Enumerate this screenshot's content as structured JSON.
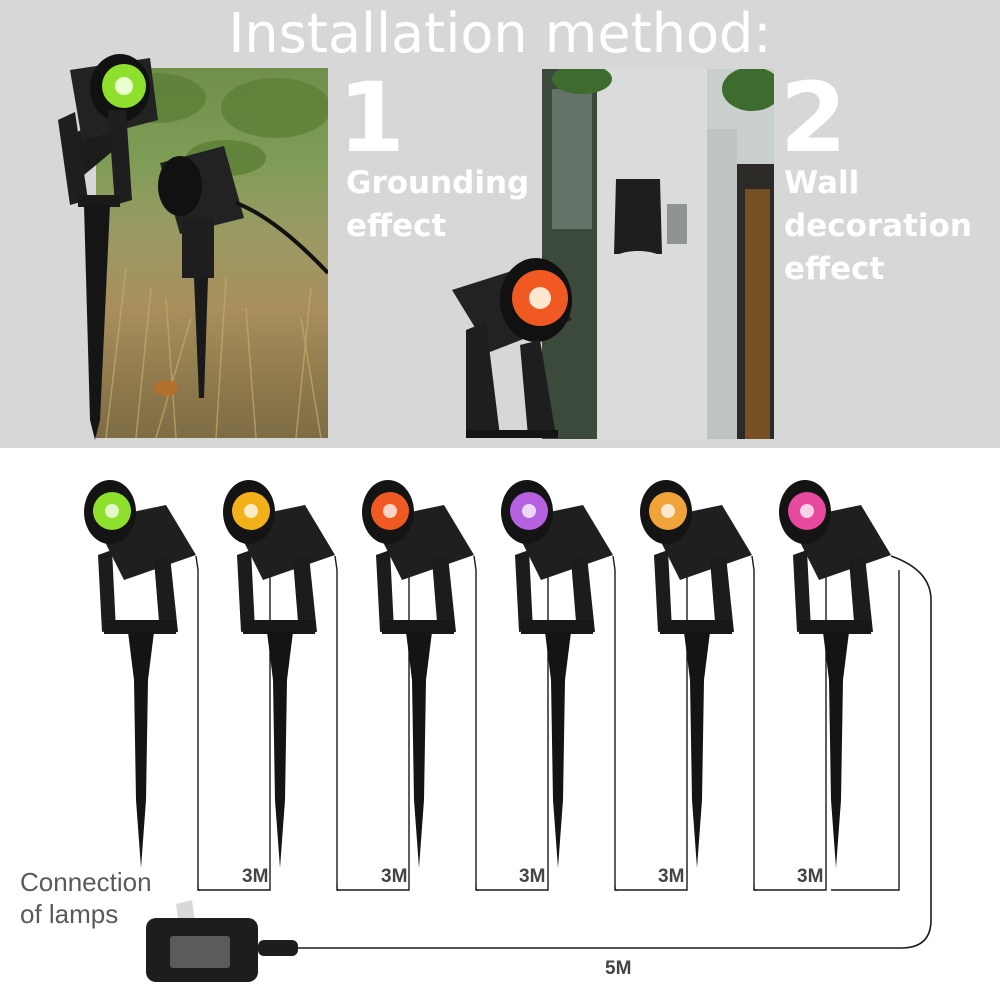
{
  "title": "Installation method:",
  "methods": [
    {
      "number": "1",
      "caption_line1": "Grounding",
      "caption_line2": "effect"
    },
    {
      "number": "2",
      "caption_line1": "Wall",
      "caption_line2": "decoration",
      "caption_line3": "effect"
    }
  ],
  "lamps": [
    {
      "color": "#8ee02c"
    },
    {
      "color": "#f2b01a"
    },
    {
      "color": "#f05a22"
    },
    {
      "color": "#b561e0"
    },
    {
      "color": "#f0a338"
    },
    {
      "color": "#e8489e"
    }
  ],
  "cable_lengths": [
    "3M",
    "3M",
    "3M",
    "3M",
    "3M"
  ],
  "main_cable_length": "5M",
  "connection_label_line1": "Connection",
  "connection_label_line2": "of  lamps",
  "colors": {
    "band": "#d7d7d7",
    "lamp_body": "#1c1c1c",
    "text_white": "#ffffff"
  }
}
